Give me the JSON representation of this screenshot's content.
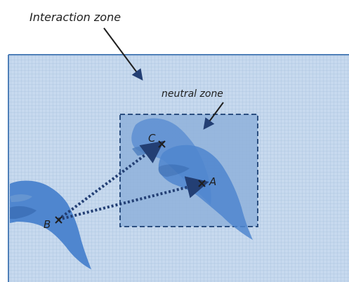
{
  "labels": {
    "interaction_zone": "Interaction zone",
    "neutral_zone": "neutral zone",
    "point_a": "A",
    "point_b": "B",
    "point_c": "C"
  },
  "colors": {
    "zone_fill": "#c7d9ee",
    "grid_line": "#a9c3e0",
    "zone_border": "#4f7fb8",
    "neutral_fill": "#6f9bd1",
    "neutral_border": "#2c4f80",
    "hand_fill": "#4f86cf",
    "hand_shadow": "#3b6fb6",
    "arrow_dots": "#233f74",
    "ink": "#1f1f1f"
  }
}
